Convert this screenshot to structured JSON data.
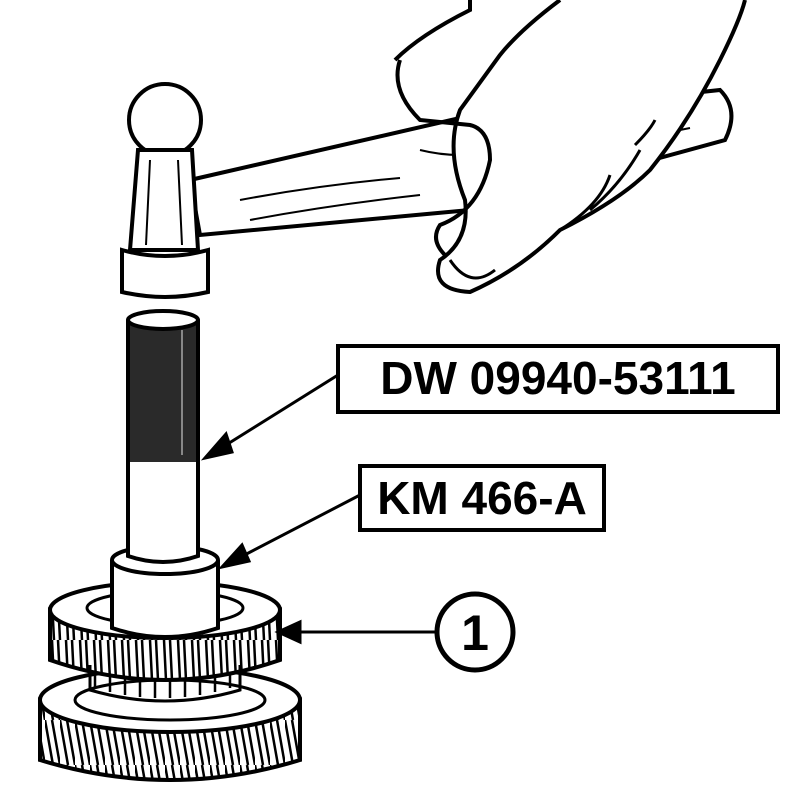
{
  "labels": {
    "tool_1": "DW 09940-53111",
    "tool_2": "KM 466-A",
    "callout_1": "1"
  },
  "colors": {
    "ink": "#000000",
    "paper": "#ffffff",
    "shade": "#2a2a2a"
  },
  "icons": {
    "hammer": "hammer-icon",
    "hand": "hand-icon",
    "drift": "drift-tool-icon",
    "adapter": "installer-adapter-icon",
    "gear": "gear-icon"
  }
}
